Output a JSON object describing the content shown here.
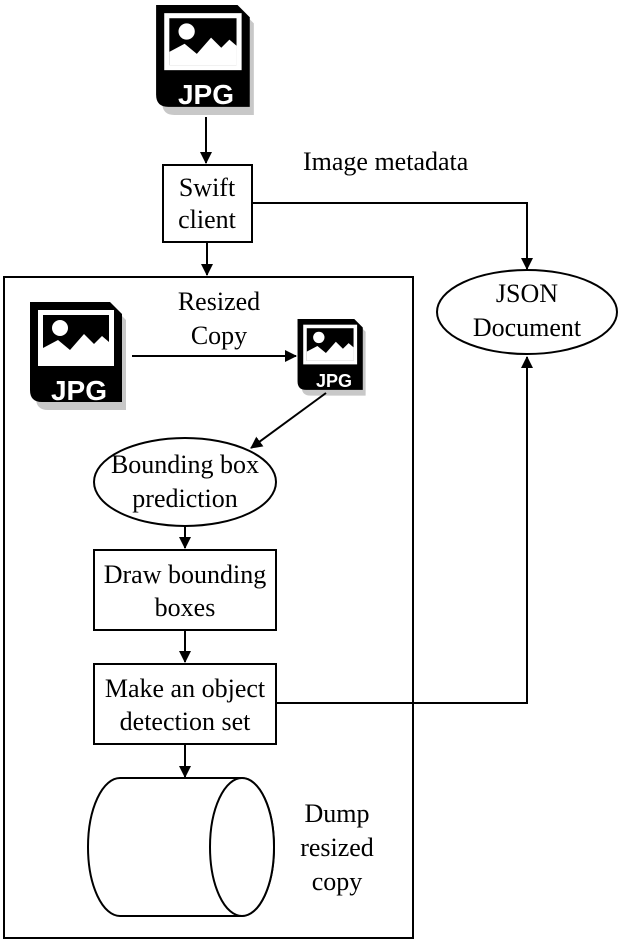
{
  "colors": {
    "stroke": "#000000",
    "background": "#ffffff",
    "icon_shadow": "#c8c8c8"
  },
  "icons": {
    "top": {
      "name": "jpg-file-icon",
      "badge": "JPG"
    },
    "original": {
      "name": "jpg-file-icon",
      "badge": "JPG"
    },
    "resized": {
      "name": "jpg-file-icon",
      "badge": "JPG"
    }
  },
  "nodes": {
    "swift_client": {
      "lines": [
        "Swift",
        "client"
      ]
    },
    "json_document": {
      "lines": [
        "JSON",
        "Document"
      ]
    },
    "bounding_box_prediction": {
      "lines": [
        "Bounding box",
        "prediction"
      ]
    },
    "draw_bounding_boxes": {
      "lines": [
        "Draw bounding",
        "boxes"
      ]
    },
    "object_detection_set": {
      "lines": [
        "Make an object",
        "detection set"
      ]
    },
    "storage": {
      "shape": "cylinder"
    }
  },
  "labels": {
    "image_metadata": "Image metadata",
    "resized_copy": [
      "Resized",
      "Copy"
    ],
    "dump_resized_copy": [
      "Dump",
      "resized",
      "copy"
    ]
  }
}
